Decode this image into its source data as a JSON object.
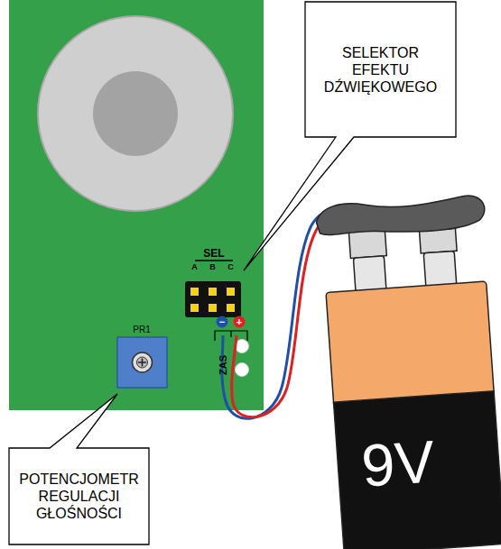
{
  "diagram": {
    "nodes": [
      {
        "text": [
          "SELEKTOR EFEKTU DŹWIĘKOWEGO"
        ]
      },
      {
        "text": [
          "POTENCJOMETR REGULACJI GŁOŚNOŚCI"
        ]
      }
    ],
    "labels": [
      "SEL",
      "A",
      "B",
      "C",
      "−",
      "+",
      "PR1",
      "ZAS",
      "9V"
    ]
  }
}
